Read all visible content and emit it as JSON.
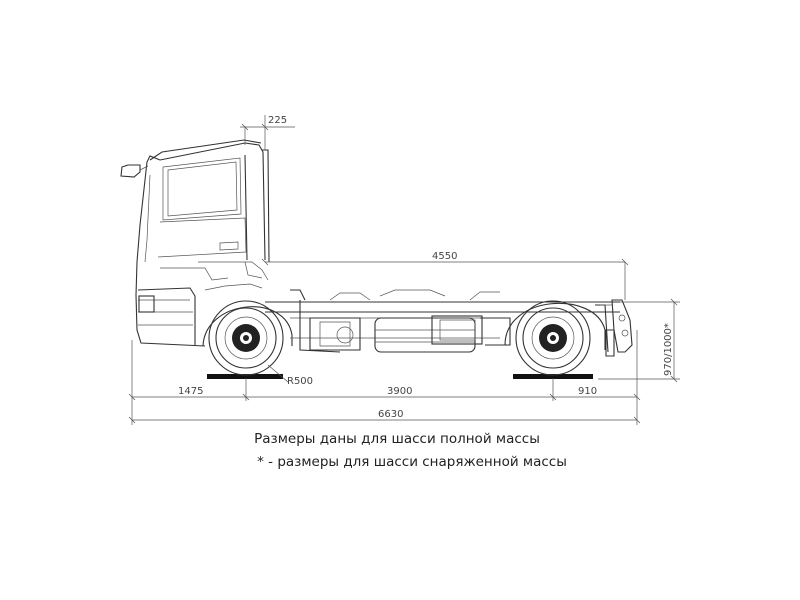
{
  "dimensions": {
    "front_overhang": "225",
    "wheelbase_frame": "4550",
    "front_axle_offset": "1475",
    "wheelbase": "3900",
    "rear_overhang": "910",
    "overall_length": "6630",
    "frame_height": "970/1000*",
    "turning_radius": "R500"
  },
  "captions": {
    "line1": "Размеры даны для шасси полной массы",
    "line2": "* - размеры для шасси снаряженной массы"
  }
}
